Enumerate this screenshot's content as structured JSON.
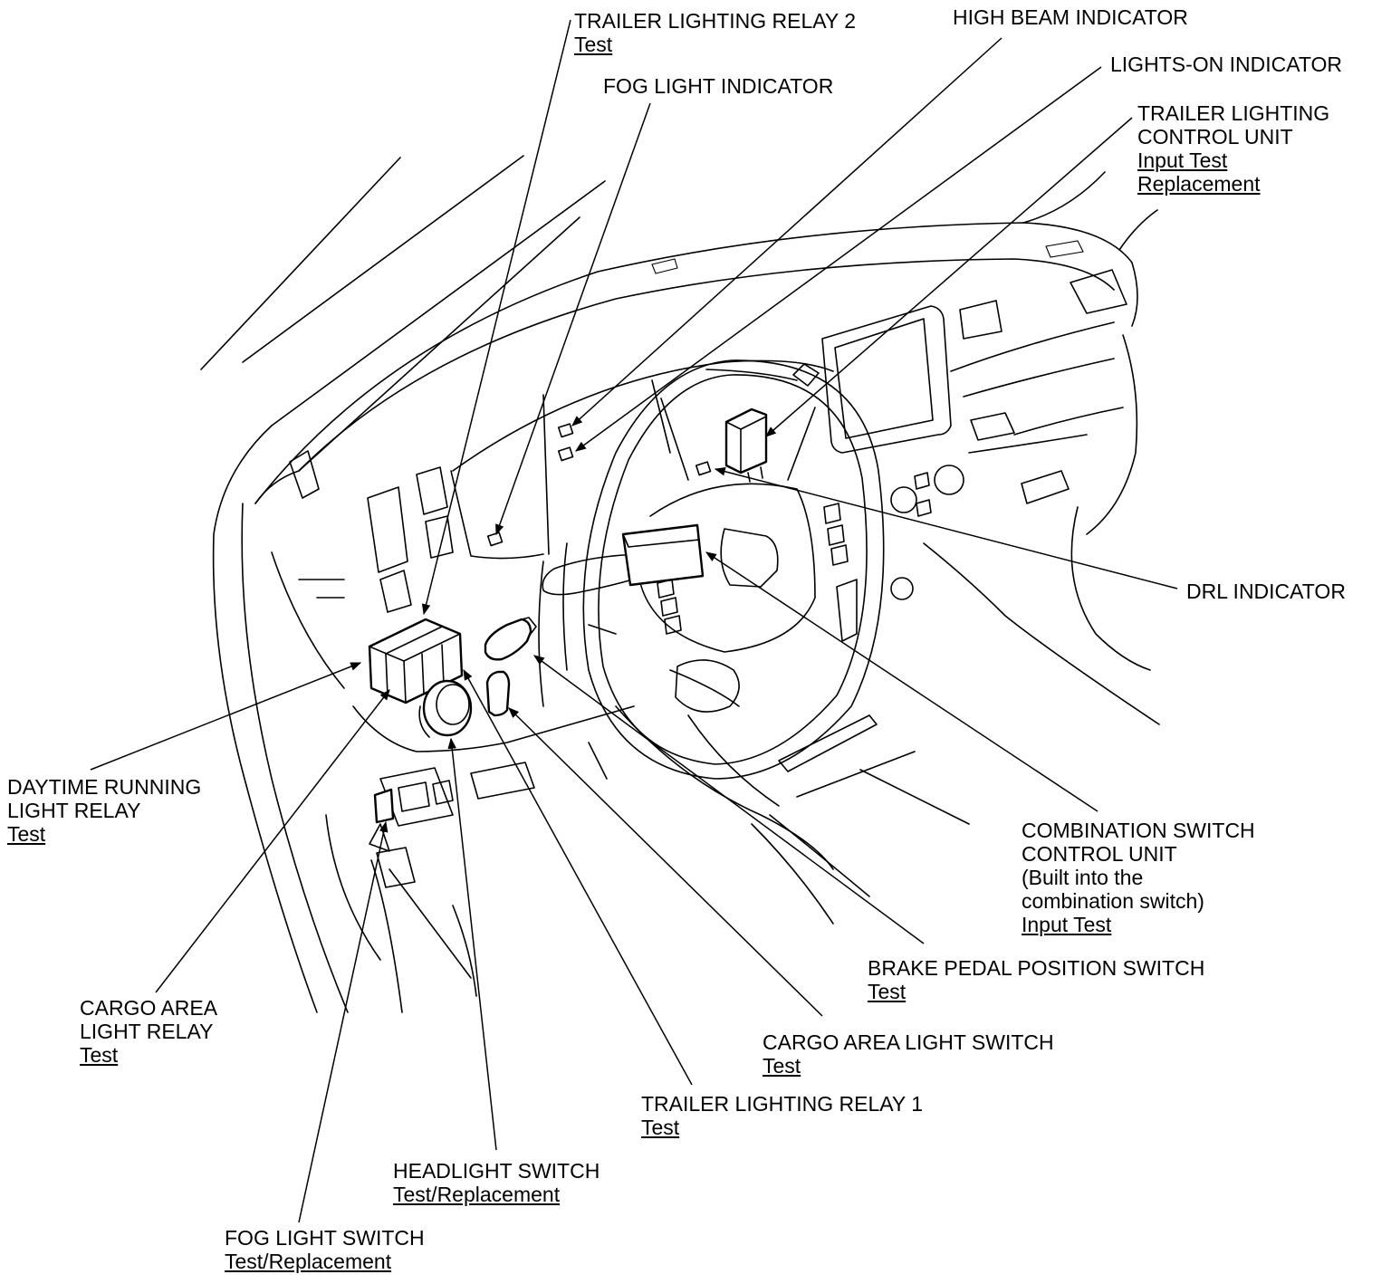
{
  "callouts": {
    "trailer_relay_2": {
      "lines": [
        "TRAILER LIGHTING RELAY 2"
      ],
      "links": [
        "Test"
      ]
    },
    "high_beam": {
      "lines": [
        "HIGH BEAM INDICATOR"
      ],
      "links": []
    },
    "lights_on": {
      "lines": [
        "LIGHTS-ON INDICATOR"
      ],
      "links": []
    },
    "fog_indicator": {
      "lines": [
        "FOG LIGHT INDICATOR"
      ],
      "links": []
    },
    "trailer_control": {
      "lines": [
        "TRAILER LIGHTING",
        "CONTROL UNIT"
      ],
      "links": [
        "Input Test",
        "Replacement"
      ]
    },
    "drl_indicator": {
      "lines": [
        "DRL INDICATOR"
      ],
      "links": []
    },
    "drl_relay": {
      "lines": [
        "DAYTIME RUNNING",
        "LIGHT RELAY"
      ],
      "links": [
        "Test"
      ]
    },
    "combination": {
      "lines": [
        "COMBINATION SWITCH",
        "CONTROL UNIT",
        "(Built into the",
        "combination switch)"
      ],
      "links": [
        "Input Test"
      ]
    },
    "brake_pedal": {
      "lines": [
        "BRAKE PEDAL POSITION SWITCH"
      ],
      "links": [
        "Test"
      ]
    },
    "cargo_relay": {
      "lines": [
        "CARGO AREA",
        "LIGHT RELAY"
      ],
      "links": [
        "Test"
      ]
    },
    "cargo_switch": {
      "lines": [
        "CARGO AREA LIGHT SWITCH"
      ],
      "links": [
        "Test"
      ]
    },
    "trailer_relay_1": {
      "lines": [
        "TRAILER LIGHTING RELAY 1"
      ],
      "links": [
        "Test"
      ]
    },
    "headlight": {
      "lines": [
        "HEADLIGHT SWITCH"
      ],
      "links": [
        "Test/Replacement"
      ]
    },
    "fog_switch": {
      "lines": [
        "FOG LIGHT SWITCH"
      ],
      "links": [
        "Test/Replacement"
      ]
    }
  }
}
